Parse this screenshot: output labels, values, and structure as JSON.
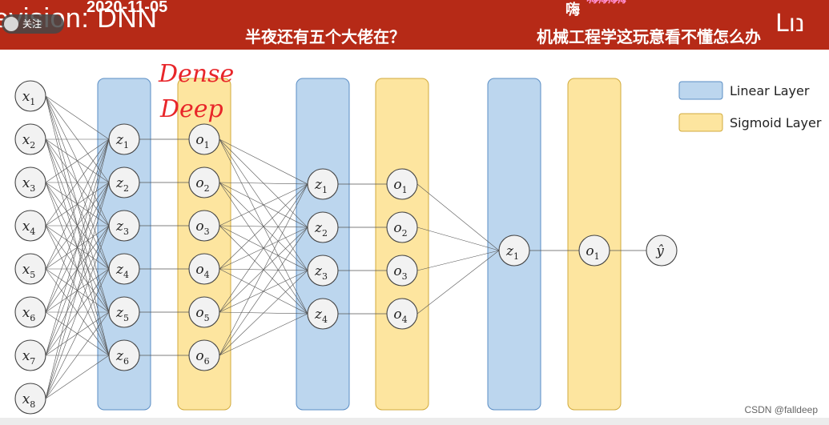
{
  "header": {
    "title": "evision: DNN",
    "date": "2020-11-05",
    "subtitle_left": "半夜还有五个大佬在？",
    "subtitle_right": "机械工程学这玩意看不懂怎么办",
    "danmaku_hai": "嗨",
    "danmaku_extra": "嗨嗨嗨嗨",
    "follow_label": "关注",
    "corner_deco": "Lנו"
  },
  "annotations": [
    "Dense",
    "Deep"
  ],
  "legend": [
    {
      "label": "Linear Layer",
      "color": "#bcd6ee"
    },
    {
      "label": "Sigmoid Layer",
      "color": "#fde59f"
    }
  ],
  "colors": {
    "linear": "#bcd6ee",
    "linear_border": "#5a8dc4",
    "sigmoid": "#fde59f",
    "sigmoid_border": "#d1aa3c",
    "header": "#b62a17",
    "ink": "#e8262a"
  },
  "network": {
    "input": [
      "x1",
      "x2",
      "x3",
      "x4",
      "x5",
      "x6",
      "x7",
      "x8"
    ],
    "layer1_linear": [
      "z1",
      "z2",
      "z3",
      "z4",
      "z5",
      "z6"
    ],
    "layer1_sigmoid": [
      "o1",
      "o2",
      "o3",
      "o4",
      "o5",
      "o6"
    ],
    "layer2_linear": [
      "z1",
      "z2",
      "z3",
      "z4"
    ],
    "layer2_sigmoid": [
      "o1",
      "o2",
      "o3",
      "o4"
    ],
    "layer3_linear": [
      "z1"
    ],
    "layer3_sigmoid": [
      "o1"
    ],
    "output": [
      "ŷ"
    ]
  },
  "watermark": "CSDN @falldeep"
}
